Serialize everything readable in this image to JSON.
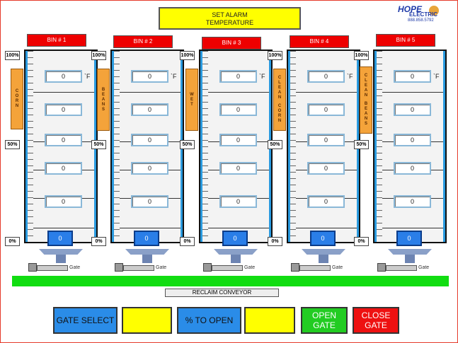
{
  "header": {
    "title_line1": "SET ALARM",
    "title_line2": "TEMPERATURE"
  },
  "logo": {
    "line1": "HOPE",
    "line2": "ELECTRIC",
    "line3": "888.858.5792"
  },
  "bins": [
    {
      "label": "BIN # 1",
      "grain": [
        "C",
        "O",
        "R",
        "N"
      ],
      "temps": [
        "0",
        "0",
        "0",
        "0",
        "0"
      ],
      "level": "0"
    },
    {
      "label": "BIN # 2",
      "grain": [
        "B",
        "E",
        "A",
        "N",
        "S"
      ],
      "temps": [
        "0",
        "0",
        "0",
        "0",
        "0"
      ],
      "level": "0"
    },
    {
      "label": "BIN # 3",
      "grain": [
        "W",
        "E",
        "T"
      ],
      "temps": [
        "0",
        "0",
        "0",
        "0",
        "0"
      ],
      "level": "0"
    },
    {
      "label": "BIN # 4",
      "grain": [
        "C",
        "L",
        "E",
        "A",
        "N",
        "",
        "C",
        "O",
        "R",
        "N"
      ],
      "temps": [
        "0",
        "0",
        "0",
        "0",
        "0"
      ],
      "level": "0"
    },
    {
      "label": "BIN # 5",
      "grain": [
        "C",
        "L",
        "E",
        "A",
        "N",
        "",
        "B",
        "E",
        "A",
        "N",
        "S"
      ],
      "temps": [
        "0",
        "0",
        "0",
        "0",
        "0"
      ],
      "level": "0"
    }
  ],
  "scale": {
    "top": "100%",
    "mid": "50%",
    "bottom": "0%"
  },
  "unit": "`F",
  "gate_label": "Gate",
  "conveyor_label": "RECLAIM CONVEYOR",
  "buttons": {
    "gate_select": "GATE SELECT",
    "blank1": "",
    "pct_open": "% TO OPEN",
    "blank2": "",
    "open_gate": "OPEN GATE",
    "close_gate": "CLOSE GATE"
  },
  "colors": {
    "bin_header": "#ee0000",
    "title_bg": "#ffff00",
    "conveyor": "#11dd11",
    "grain_tag": "#f4a33a",
    "gate_select": "#2a8ce8",
    "open_gate": "#22cc22",
    "close_gate": "#ee1111"
  }
}
